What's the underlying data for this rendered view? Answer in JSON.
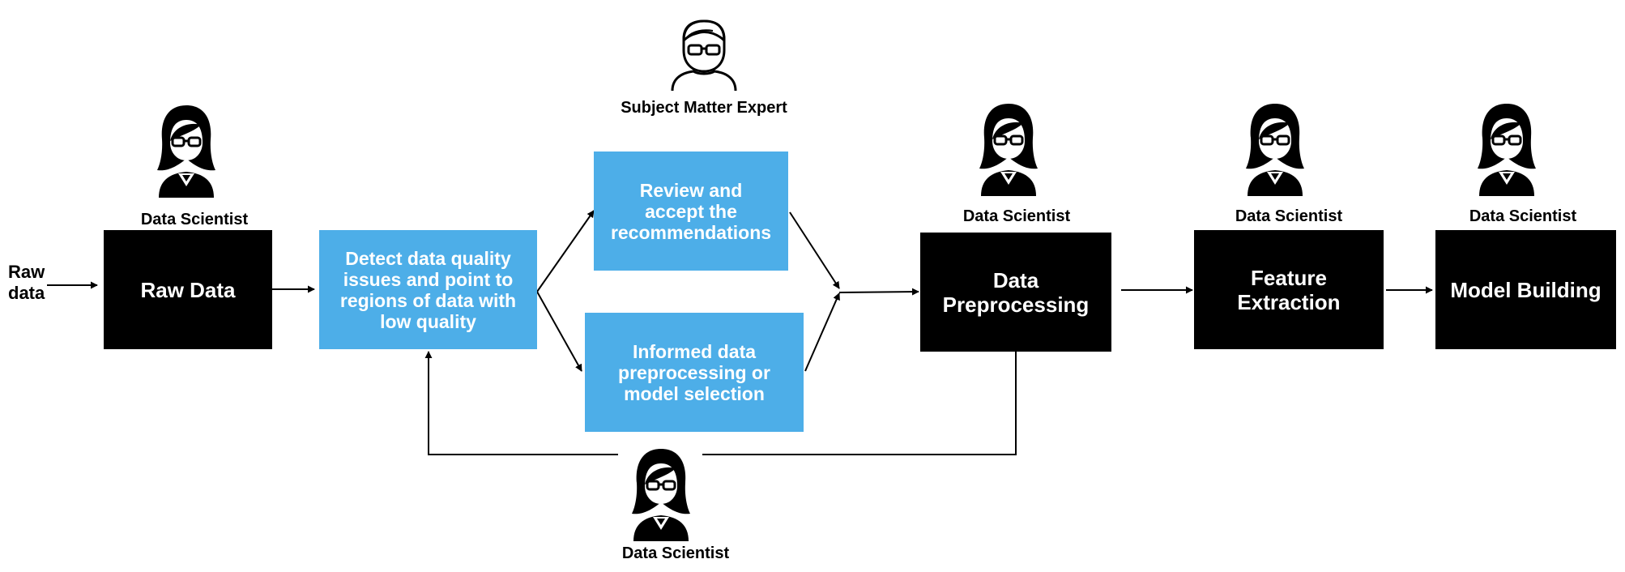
{
  "colors": {
    "process_box": "#000000",
    "action_box": "#4daee8",
    "box_text": "#ffffff",
    "line": "#000000"
  },
  "icons": {
    "data_scientist": "female-person-with-glasses-icon",
    "expert": "male-person-with-glasses-icon"
  },
  "input_label": {
    "line1": "Raw",
    "line2": "data"
  },
  "nodes": {
    "raw_data": {
      "text": "Raw Data",
      "role": "Data Scientist"
    },
    "detect": {
      "line1": "Detect data quality",
      "line2": "issues and point to",
      "line3": "regions of data with",
      "line4": "low quality"
    },
    "review": {
      "line1": "Review and",
      "line2": "accept the",
      "line3": "recommendations"
    },
    "informed": {
      "line1": "Informed data",
      "line2": "preprocessing or",
      "line3": "model selection"
    },
    "preprocessing": {
      "line1": "Data",
      "line2": "Preprocessing",
      "role": "Data Scientist"
    },
    "feature": {
      "line1": "Feature",
      "line2": "Extraction",
      "role": "Data Scientist"
    },
    "model": {
      "text": "Model Building",
      "role": "Data Scientist"
    }
  },
  "expert": {
    "role": "Subject Matter Expert"
  },
  "feedback": {
    "role": "Data Scientist"
  }
}
